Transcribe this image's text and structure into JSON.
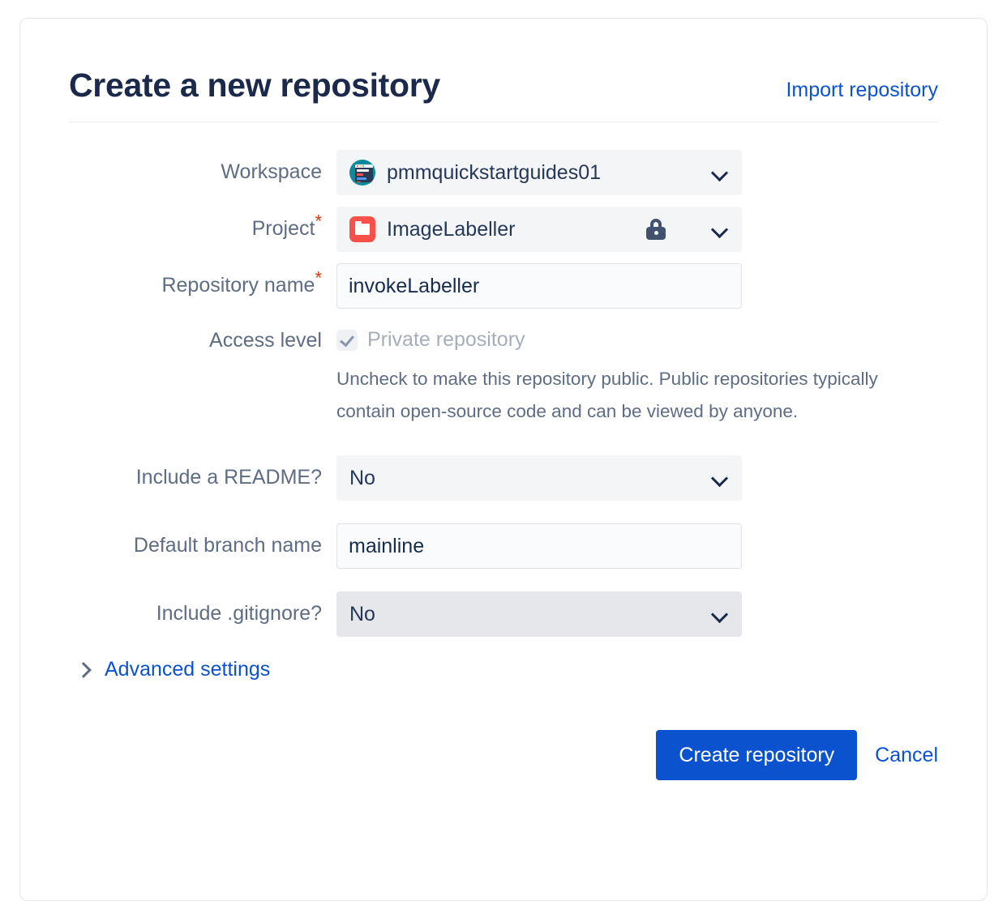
{
  "header": {
    "title": "Create a new repository",
    "import_link": "Import repository"
  },
  "form": {
    "workspace": {
      "label": "Workspace",
      "value": "pmmquickstartguides01",
      "avatar_icon": "workspace-avatar-icon",
      "chevron_icon": "chevron-down-icon"
    },
    "project": {
      "label": "Project",
      "required_marker": "*",
      "value": "ImageLabeller",
      "project_icon": "folder-icon",
      "lock_icon": "lock-icon",
      "chevron_icon": "chevron-down-icon"
    },
    "repository_name": {
      "label": "Repository name",
      "required_marker": "*",
      "value": "invokeLabeller",
      "placeholder": ""
    },
    "access_level": {
      "label": "Access level",
      "checkbox_label": "Private repository",
      "checked": true,
      "check_icon": "check-icon",
      "help_text": "Uncheck to make this repository public. Public repositories typically contain open-source code and can be viewed by anyone."
    },
    "include_readme": {
      "label": "Include a README?",
      "value": "No",
      "chevron_icon": "chevron-down-icon"
    },
    "default_branch_name": {
      "label": "Default branch name",
      "value": "mainline",
      "placeholder": ""
    },
    "include_gitignore": {
      "label": "Include .gitignore?",
      "value": "No",
      "chevron_icon": "chevron-down-icon"
    },
    "advanced_settings": {
      "label": "Advanced settings",
      "chevron_icon": "chevron-right-icon",
      "expanded": false
    }
  },
  "actions": {
    "submit_label": "Create repository",
    "cancel_label": "Cancel"
  },
  "colors": {
    "primary_blue": "#0b52cf",
    "link_blue": "#0b52cf",
    "title_navy": "#1b2a4a",
    "label_grey": "#5e6c84",
    "required_red": "#de350b",
    "project_icon_red": "#f8514a",
    "workspace_avatar_teal": "#0a8a9b",
    "select_bg": "#f4f5f7",
    "select_bg_hover": "#e5e7eb",
    "input_bg": "#fafbfc",
    "input_border": "#dfe1e6",
    "card_border": "#e6e6ea"
  }
}
